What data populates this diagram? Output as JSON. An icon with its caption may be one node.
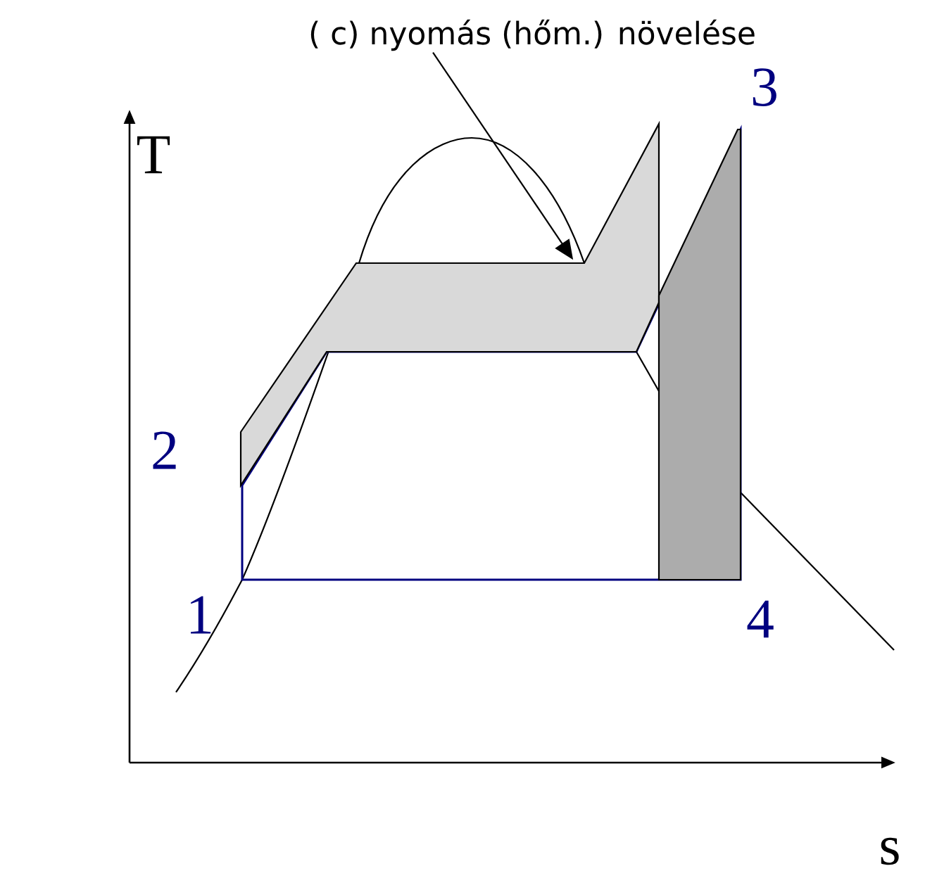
{
  "diagram": {
    "nodes": [
      {
        "text": [
          "( c) nyomás (hőm.) növelése"
        ]
      },
      {
        "text": [],
        "shape": "picture"
      },
      {
        "text": [],
        "shape": "picture"
      }
    ],
    "edges": [
      {
        "from": 0,
        "to": 1,
        "arrow": "to"
      }
    ],
    "labels": [
      "T",
      "3",
      "2",
      "1",
      "4",
      "s"
    ]
  }
}
